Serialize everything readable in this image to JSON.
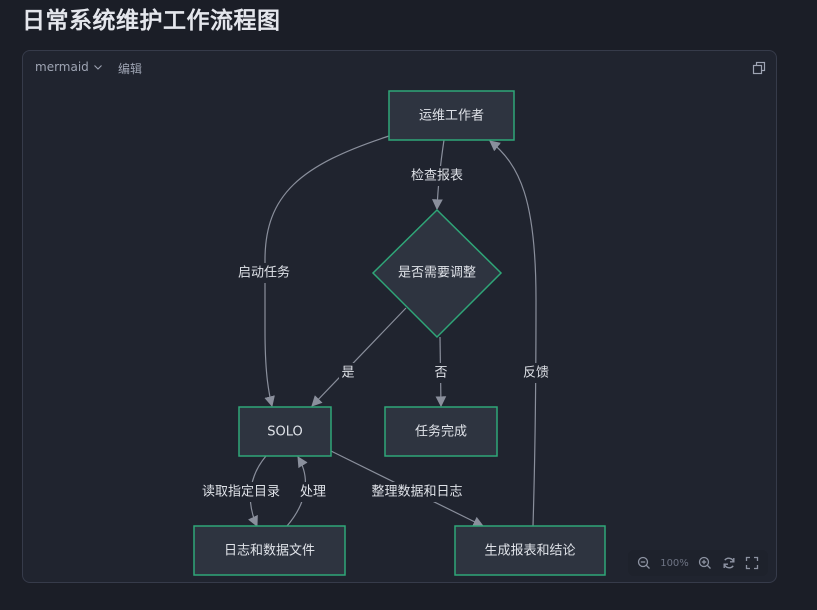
{
  "page": {
    "title": "日常系统维护工作流程图"
  },
  "code_block": {
    "language": "mermaid",
    "edit_label": "编辑",
    "copy_icon": "copy-icon",
    "toolbar": {
      "zoom_out_icon": "zoom-out-icon",
      "zoom_level": "100%",
      "zoom_in_icon": "zoom-in-icon",
      "reset_icon": "refresh-icon",
      "fullscreen_icon": "fullscreen-icon"
    }
  },
  "diagram": {
    "type": "flowchart",
    "colors": {
      "node_fill": "#2e3440",
      "node_stroke": "#2fa678",
      "edge": "#8a8f9c",
      "text": "#dfe2e8"
    },
    "nodes": {
      "ops": {
        "label": "运维工作者",
        "shape": "rect"
      },
      "decision": {
        "label": "是否需要调整",
        "shape": "diamond"
      },
      "solo": {
        "label": "SOLO",
        "shape": "rect"
      },
      "done": {
        "label": "任务完成",
        "shape": "rect"
      },
      "files": {
        "label": "日志和数据文件",
        "shape": "rect"
      },
      "report": {
        "label": "生成报表和结论",
        "shape": "rect"
      }
    },
    "edges": [
      {
        "from": "ops",
        "to": "decision",
        "label": "检查报表"
      },
      {
        "from": "ops",
        "to": "solo",
        "label": "启动任务"
      },
      {
        "from": "decision",
        "to": "solo",
        "label": "是"
      },
      {
        "from": "decision",
        "to": "done",
        "label": "否"
      },
      {
        "from": "report",
        "to": "ops",
        "label": "反馈"
      },
      {
        "from": "solo",
        "to": "files",
        "label": "读取指定目录"
      },
      {
        "from": "files",
        "to": "solo",
        "label": "处理"
      },
      {
        "from": "solo",
        "to": "report",
        "label": "整理数据和日志"
      }
    ]
  }
}
